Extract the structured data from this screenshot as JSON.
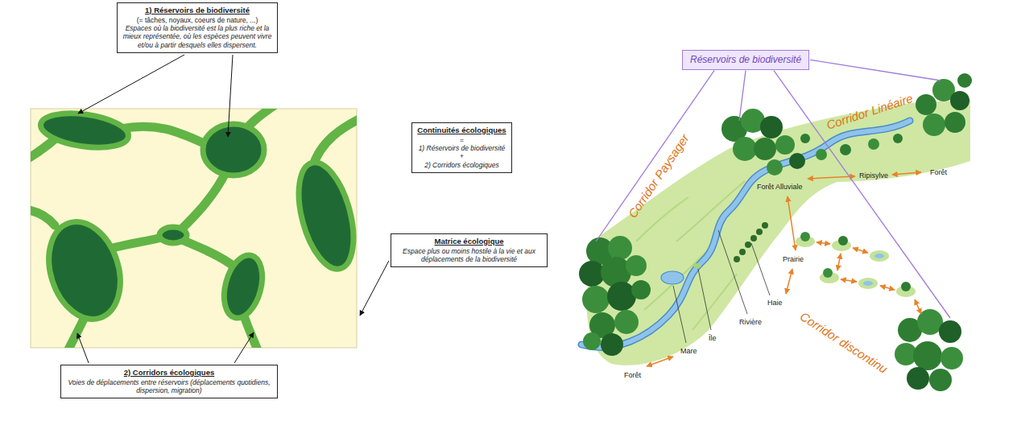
{
  "diagram": {
    "nodes": [
      {
        "text": [
          "1) Réservoirs de biodiversité",
          "(= tâches, noyaux, coeurs de nature, ...)",
          "Espaces où la biodiversité est la plus riche et la mieux représentée, où les espèces peuvent vivre et/ou à partir desquels elles dispersent."
        ]
      },
      {
        "text": [
          "Continuités écologiques",
          "=",
          "1) Réservoirs de biodiversité",
          "+",
          "2) Corridors écologiques"
        ]
      },
      {
        "text": [
          "Matrice écologique",
          "Espace plus ou moins hostile à la vie et aux déplacements de la biodiversité"
        ]
      },
      {
        "text": [
          "2) Corridors écologiques",
          "Voies de déplacements entre réservoirs (déplacements quotidiens, dispersion, migration)"
        ]
      },
      {
        "text": [
          "Réservoirs de biodiversité"
        ]
      }
    ],
    "labels": [
      "Corridor Paysager",
      "Corridor Linéaire",
      "Ripisylve",
      "Forêt",
      "Forêt Alluviale",
      "Prairie",
      "Haie",
      "Rivière",
      "Île",
      "Mare",
      "Forêt",
      "Corridor discontinu"
    ]
  }
}
